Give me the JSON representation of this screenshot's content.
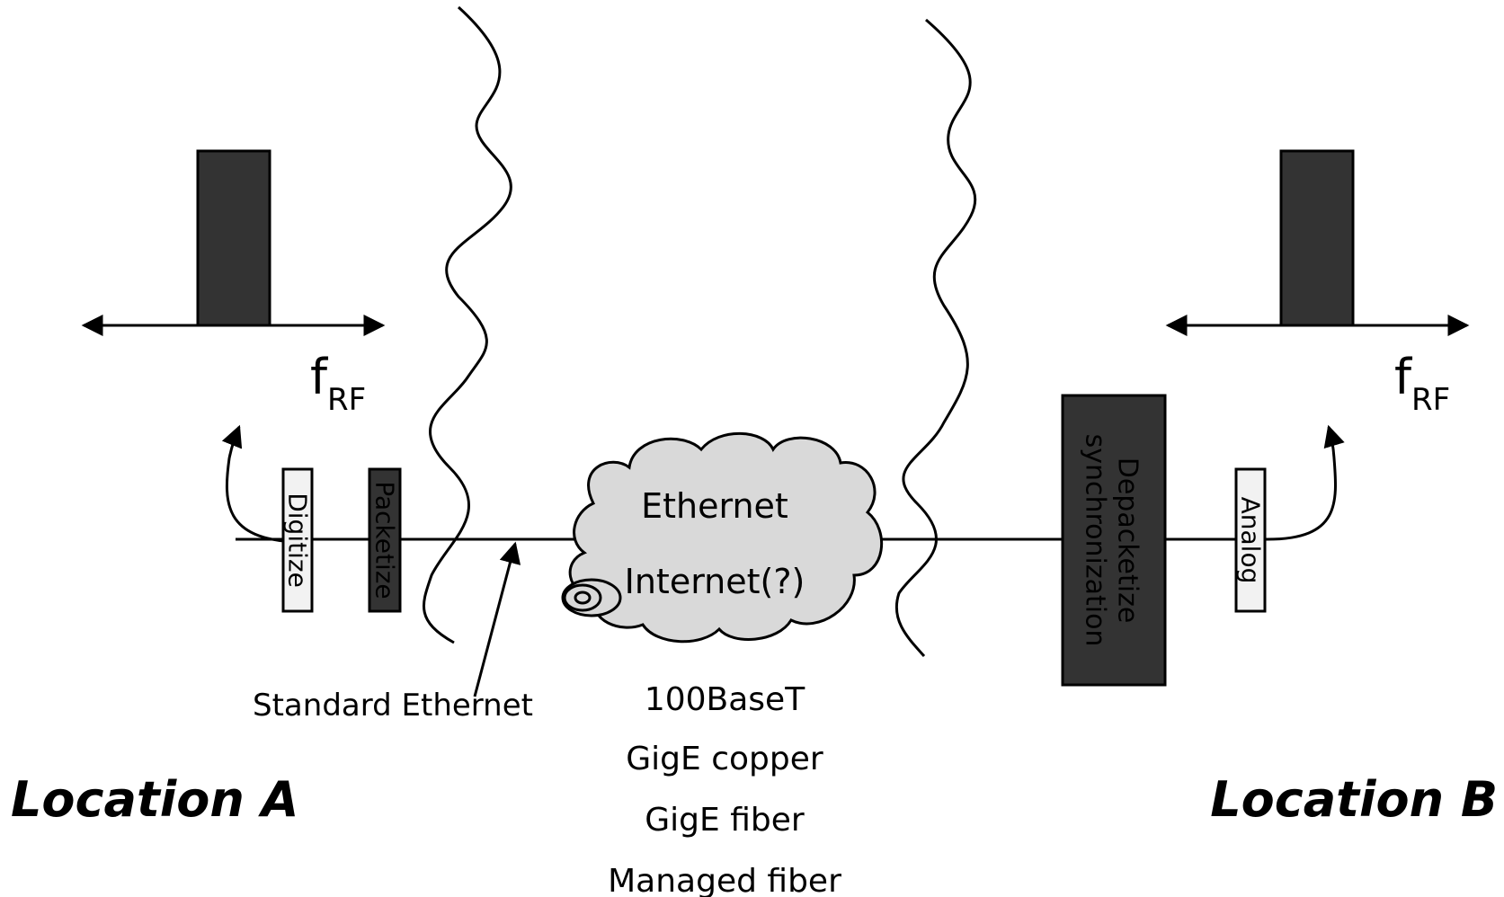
{
  "diagram": {
    "spectrum_a": {
      "label": "f",
      "subscript": "RF"
    },
    "spectrum_b": {
      "label": "f",
      "subscript": "RF"
    },
    "blocks": {
      "digitize": "Digitize",
      "packetize": "Packetize",
      "depacketize": "Depacketize",
      "synchronization": "synchronization",
      "analog": "Analog"
    },
    "cloud": {
      "line1": "Ethernet",
      "line2": "Internet(?)"
    },
    "standard_ethernet": "Standard Ethernet",
    "transport_options": [
      "100BaseT",
      "GigE copper",
      "GigE fiber",
      "Managed fiber"
    ],
    "location_a": "Location A",
    "location_b": "Location B",
    "colors": {
      "dark_fill": "#333333",
      "light_fill": "#f2f2f2",
      "cloud_fill": "#d9d9d9",
      "stroke": "#000000"
    }
  }
}
